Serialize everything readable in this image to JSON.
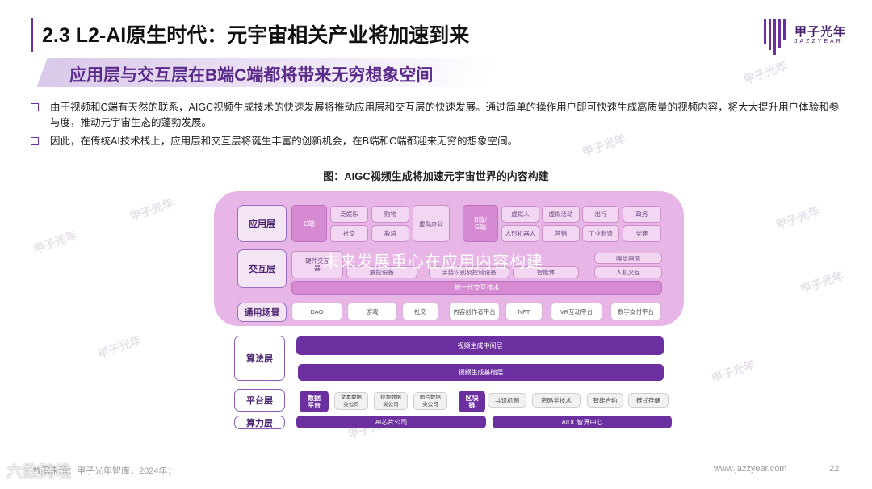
{
  "header": {
    "title": "2.3 L2-AI原生时代：元宇宙相关产业将加速到来",
    "subtitle": "应用层与交互层在B端C端都将带来无穷想象空间"
  },
  "logo": {
    "cn": "甲子光年",
    "en": "JAZZYEAR"
  },
  "bullets": [
    "由于视频和C端有天然的联系，AIGC视频生成技术的快速发展将推动应用层和交互层的快速发展。通过简单的操作用户即可快速生成高质量的视频内容，将大大提升用户体验和参与度，推动元宇宙生态的蓬勃发展。",
    "因此，在传统AI技术栈上，应用层和交互层将诞生丰富的创新机会，在B端和C端都迎来无穷的想象空间。"
  ],
  "figure": {
    "caption": "图：AIGC视频生成将加速元宇宙世界的内容构建",
    "overlay": "未来发展重心在应用内容构建",
    "rows": {
      "app": "应用层",
      "interaction": "交互层",
      "scene": "通用场景",
      "algo": "算法层",
      "platform": "平台层",
      "compute": "算力层"
    },
    "app_layer": {
      "c_side": "C端",
      "c_items": [
        "泛娱乐",
        "购物",
        "社交",
        "教培",
        "虚拟办公"
      ],
      "b_side": "B端/\nG端",
      "b_items": [
        "虚拟人",
        "虚拟活动",
        "出行",
        "政务",
        "人形机器人",
        "营销",
        "工业制造",
        "党建"
      ]
    },
    "interaction_layer": {
      "hw": "硬件交互\n器",
      "items": [
        "触控设备",
        "手势识别及控制设备",
        "智能体",
        "嗅觉画面",
        "人机交互"
      ],
      "bar": "新一代交互技术"
    },
    "scenes": [
      "DAO",
      "游戏",
      "社交",
      "内容创作者平台",
      "NFT",
      "VR互动平台",
      "数字支付平台"
    ],
    "algo_layer": [
      "视频生成中间层",
      "视频生成基础层"
    ],
    "platform_layer": {
      "data": "数据\n平台",
      "data_items": [
        "文本数据\n类公司",
        "视频数据\n类公司",
        "图片数据\n类公司"
      ],
      "chain": "区块\n链",
      "chain_items": [
        "共识机制",
        "密码学技术",
        "智能合约",
        "链式存储"
      ]
    },
    "compute_layer": [
      "AI芯片公司",
      "AIDC智算中心"
    ]
  },
  "footer": {
    "source": "数据来源：甲子光年智库，2024年；",
    "site": "www.jazzyear.com",
    "page": "22",
    "overlay_logo": "六数跨境"
  },
  "colors": {
    "accent": "#6b2fa0",
    "pink": "#e8b6e6"
  }
}
